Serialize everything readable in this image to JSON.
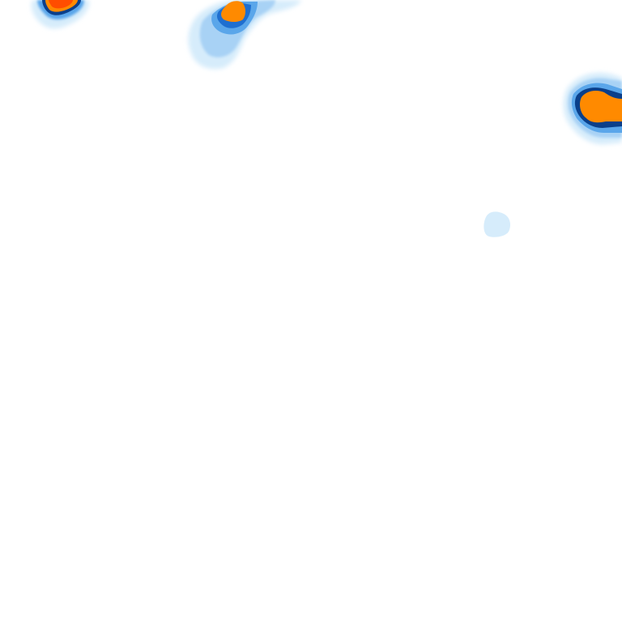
{
  "map": {
    "kind": "radar-precipitation-tile",
    "background_color": "#ffffff",
    "palette": {
      "light": "#d6ecfb",
      "light_mid": "#a8d2f5",
      "mid": "#5aa6ea",
      "dark": "#1f6fd0",
      "deep": "#0a3f8a",
      "high": "#ff8a00",
      "extreme": "#ff4d00"
    },
    "cells": [
      {
        "name": "cell-top-left",
        "peak": "extreme"
      },
      {
        "name": "cell-top-center",
        "peak": "high"
      },
      {
        "name": "cell-right-edge",
        "peak": "high"
      },
      {
        "name": "cell-small-faint",
        "peak": "light"
      }
    ]
  }
}
